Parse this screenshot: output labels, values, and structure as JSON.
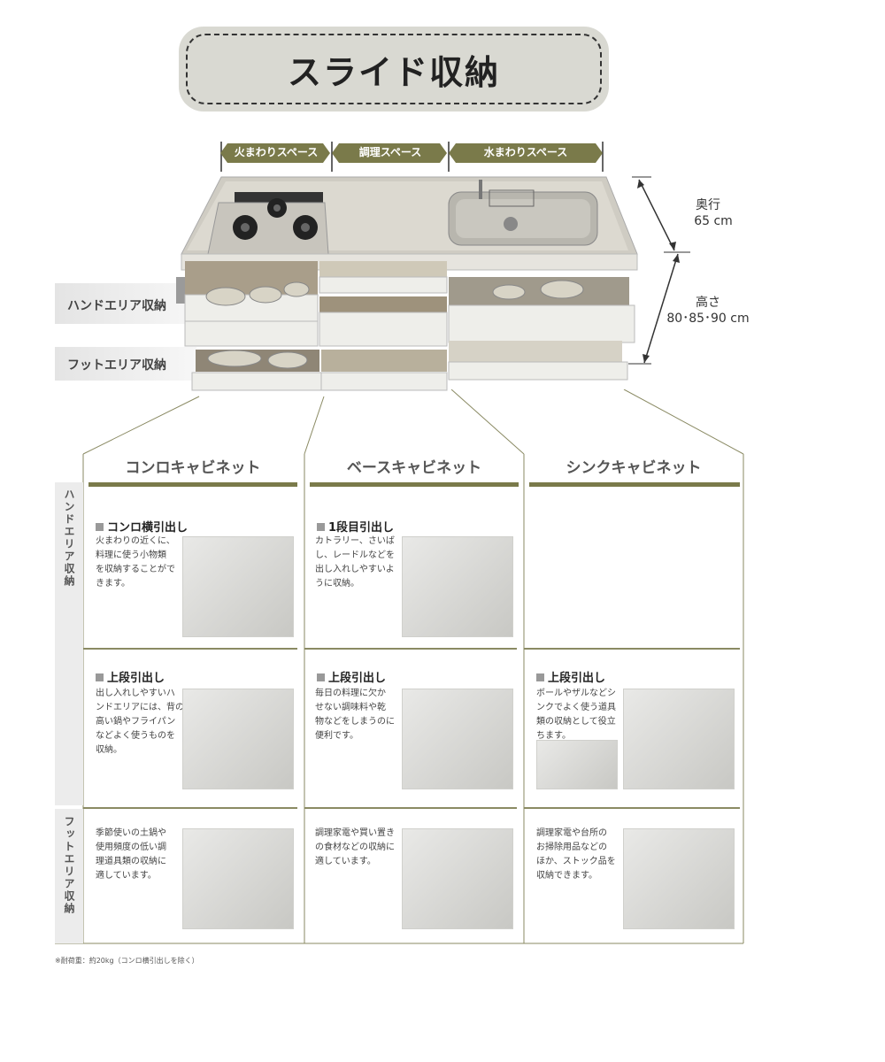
{
  "title": "スライド収納",
  "zones": [
    "火まわりスペース",
    "調理スペース",
    "水まわりスペース"
  ],
  "side_labels": {
    "hand": "ハンドエリア収納",
    "foot": "フットエリア収納"
  },
  "dimensions": {
    "depth_label": "奥行",
    "depth_value": "65 cm",
    "height_label": "高さ",
    "height_value": "80･85･90 cm"
  },
  "columns": [
    "コンロキャビネット",
    "ベースキャビネット",
    "シンクキャビネット"
  ],
  "row_labels": [
    "ハンドエリア収納",
    "フットエリア収納"
  ],
  "cells": {
    "konro_side": {
      "head": "コンロ横引出し",
      "text": [
        "火まわりの近くに、",
        "料理に使う小物類",
        "を収納することがで",
        "きます。"
      ]
    },
    "base_first": {
      "head": "1段目引出し",
      "text": [
        "カトラリー、さいば",
        "し、レードルなどを",
        "出し入れしやすいよ",
        "うに収納。"
      ]
    },
    "konro_upper": {
      "head": "上段引出し",
      "text": [
        "出し入れしやすいハ",
        "ンドエリアには、背の",
        "高い鍋やフライパン",
        "などよく使うものを",
        "収納。"
      ]
    },
    "base_upper": {
      "head": "上段引出し",
      "text": [
        "毎日の料理に欠か",
        "せない調味料や乾",
        "物などをしまうのに",
        "便利です。"
      ]
    },
    "sink_upper": {
      "head": "上段引出し",
      "text": [
        "ボールやザルなどシ",
        "ンクでよく使う道具",
        "類の収納として役立",
        "ちます。"
      ]
    },
    "konro_foot": {
      "text": [
        "季節使いの土鍋や",
        "使用頻度の低い調",
        "理道具類の収納に",
        "適しています。"
      ]
    },
    "base_foot": {
      "text": [
        "調理家電や買い置き",
        "の食材などの収納に",
        "適しています。"
      ]
    },
    "sink_foot": {
      "text": [
        "調理家電や台所の",
        "お掃除用品などの",
        "ほか、ストック品を",
        "収納できます。"
      ]
    }
  },
  "footnote": "※耐荷重：約20kg（コンロ横引出しを除く）",
  "colors": {
    "olive": "#7a7a4a",
    "title_bg": "#d9d9d2"
  }
}
